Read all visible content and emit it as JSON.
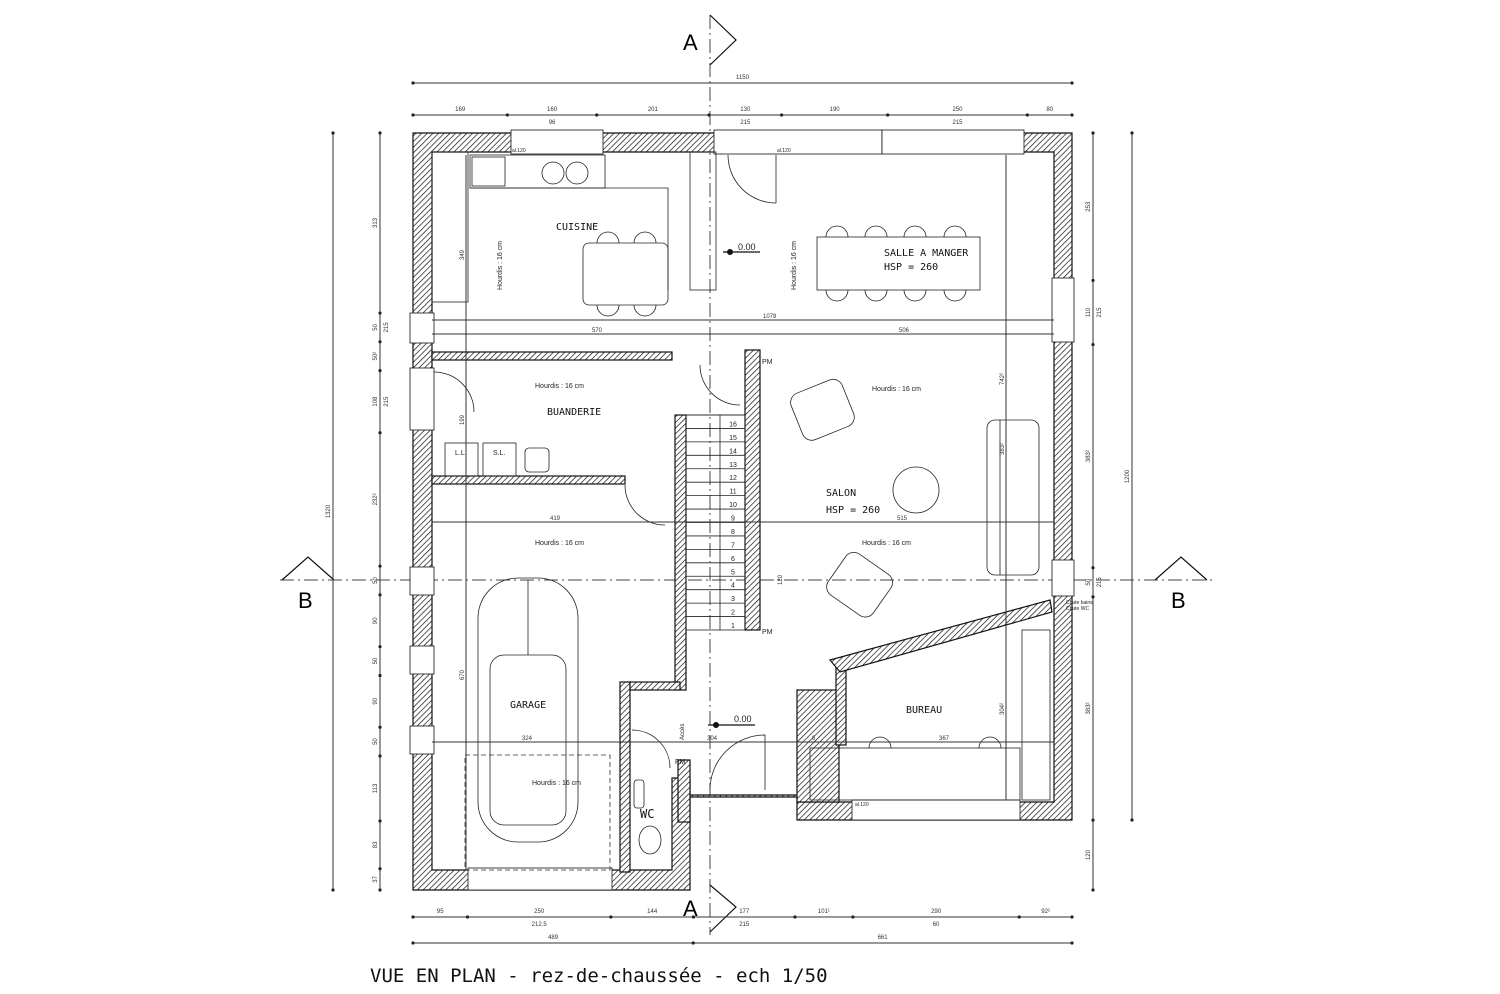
{
  "title": "VUE EN PLAN - rez-de-chaussée - ech 1/50",
  "sections": {
    "a": "A",
    "b": "B"
  },
  "rooms": {
    "cuisine": "CUISINE",
    "salle_a_manger": "SALLE A MANGER",
    "salle_hsp": "HSP = 260",
    "buanderie": "BUANDERIE",
    "salon": "SALON",
    "salon_hsp": "HSP = 260",
    "garage": "GARAGE",
    "bureau": "BUREAU",
    "wc": "WC"
  },
  "levels": [
    "0.00",
    "0.00"
  ],
  "hourdis": "Hourdis : 16 cm",
  "pm": "PM",
  "appliances": [
    "L.L.",
    "S.L."
  ],
  "chutes": [
    "Chute bains",
    "Chute WC"
  ],
  "acces": "Accès",
  "window_label": "al.120",
  "dimensions": {
    "top_total": "1150",
    "top": [
      "169",
      "160",
      "201",
      "130",
      "190",
      "250",
      "80"
    ],
    "top_sub": [
      "96",
      "215",
      "215"
    ],
    "bottom": [
      "95",
      "250",
      "144",
      "177",
      "101¹",
      "290",
      "92²"
    ],
    "bottom_sub": [
      "212.5",
      "215",
      "60"
    ],
    "bottom_total": [
      "489",
      "661"
    ],
    "left_total": "1320",
    "left": [
      "313",
      "50",
      "50²",
      "108",
      "232²",
      "50",
      "90",
      "50",
      "90",
      "50",
      "113",
      "83",
      "37"
    ],
    "left_sub": [
      "215",
      "215"
    ],
    "right_total": "1200",
    "right": [
      "253",
      "110",
      "383²",
      "50",
      "383²",
      "120"
    ],
    "right_sub": [
      "215",
      "215"
    ],
    "interior": {
      "d1078": "1078",
      "d570": "570",
      "d506": "506",
      "d419": "419",
      "d515": "515",
      "d324": "324",
      "d304": "304",
      "d367": "367",
      "d349": "349",
      "d199": "199",
      "d670": "670",
      "d742": "742²",
      "d383": "383²",
      "d304b": "304²",
      "d120": "120",
      "d6": "6"
    }
  },
  "stairs": [
    "1",
    "2",
    "3",
    "4",
    "5",
    "6",
    "7",
    "8",
    "9",
    "10",
    "11",
    "12",
    "13",
    "14",
    "15",
    "16"
  ]
}
